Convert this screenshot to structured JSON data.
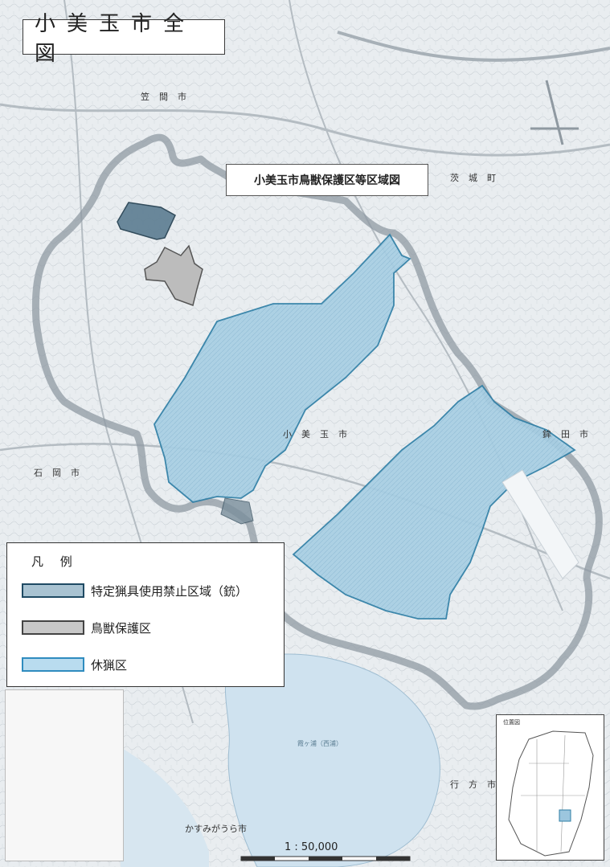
{
  "map": {
    "title": "小美玉市全図",
    "subtitle": "小美玉市鳥獣保護区等区域図",
    "places": {
      "kasama": "笠間市",
      "ibaraki": "茨城町",
      "omitama": "小美玉市",
      "ishioka": "石岡市",
      "hokota": "鉾田市",
      "namegata": "行方市",
      "kasumigaura": "かすみがうら市",
      "lake": "霞ヶ浦（西浦）",
      "inset_title": "位置図"
    },
    "scale": "1 : 50,000",
    "colors": {
      "water": "#cfe2ef",
      "boundary": "#8f9aa3",
      "no_gun_fill": "#5f7f93",
      "no_gun_stroke": "#233f50",
      "sanctuary_fill": "#bcbcbc",
      "sanctuary_stroke": "#555555",
      "closed_fill": "#9cc6de",
      "closed_stroke": "#2f7fa6"
    }
  },
  "legend": {
    "title": "凡 例",
    "items": [
      {
        "label": "特定猟具使用禁止区域（銃）",
        "fill": "#a9c3d2",
        "stroke": "#1f4a63"
      },
      {
        "label": "鳥獣保護区",
        "fill": "#c8c8c8",
        "stroke": "#444444"
      },
      {
        "label": "休猟区",
        "fill": "#b9dcef",
        "stroke": "#2f8cbf"
      }
    ]
  }
}
